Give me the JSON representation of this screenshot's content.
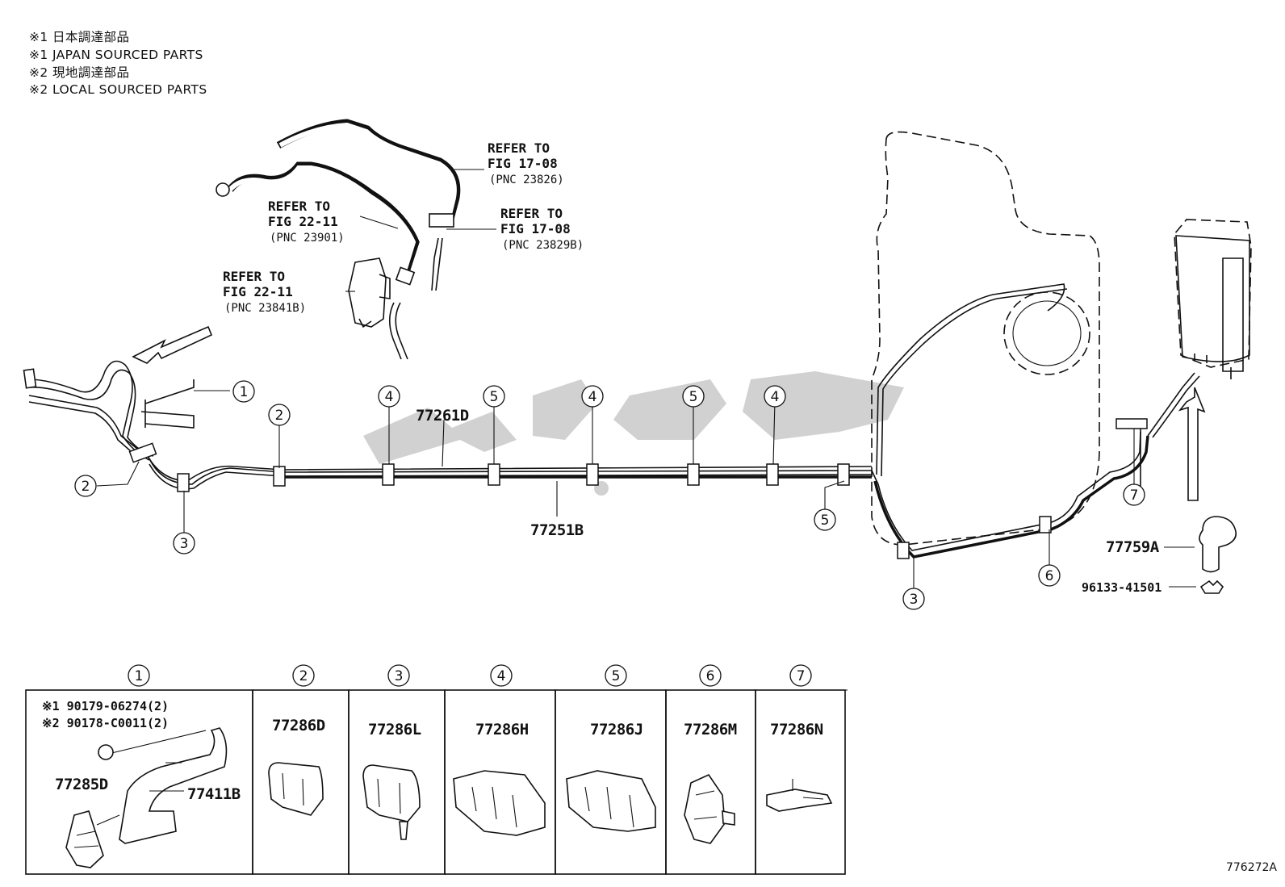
{
  "notes": [
    "※1 日本調達部品",
    "※1 JAPAN SOURCED PARTS",
    "※2 現地調達部品",
    "※2 LOCAL SOURCED PARTS"
  ],
  "refs": {
    "r1": {
      "line1": "REFER TO",
      "line2": "FIG 17-08",
      "line3": "(PNC 23826)"
    },
    "r2": {
      "line1": "REFER TO",
      "line2": "FIG 17-08",
      "line3": "(PNC 23829B)"
    },
    "r3": {
      "line1": "REFER TO",
      "line2": "FIG 22-11",
      "line3": "(PNC 23901)"
    },
    "r4": {
      "line1": "REFER TO",
      "line2": "FIG 22-11",
      "line3": "(PNC 23841B)"
    }
  },
  "callouts": {
    "c1": "1",
    "c2": "2",
    "c3": "3",
    "c4": "4",
    "c5": "5",
    "c6": "6",
    "c7": "7"
  },
  "main": {
    "pn_77261d": "77261D",
    "pn_77251b": "77251B",
    "pn_77759a": "77759A",
    "pn_96133": "96133-41501"
  },
  "detail": {
    "panel1_note1": "※1 90179-06274(2)",
    "panel1_note2": "※2 90178-C0011(2)",
    "pn_77285d": "77285D",
    "pn_77411b": "77411B",
    "pn_77286d": "77286D",
    "pn_77286l": "77286L",
    "pn_77286h": "77286H",
    "pn_77286j": "77286J",
    "pn_77286m": "77286M",
    "pn_77286n": "77286N"
  },
  "diagram_id": "776272A"
}
